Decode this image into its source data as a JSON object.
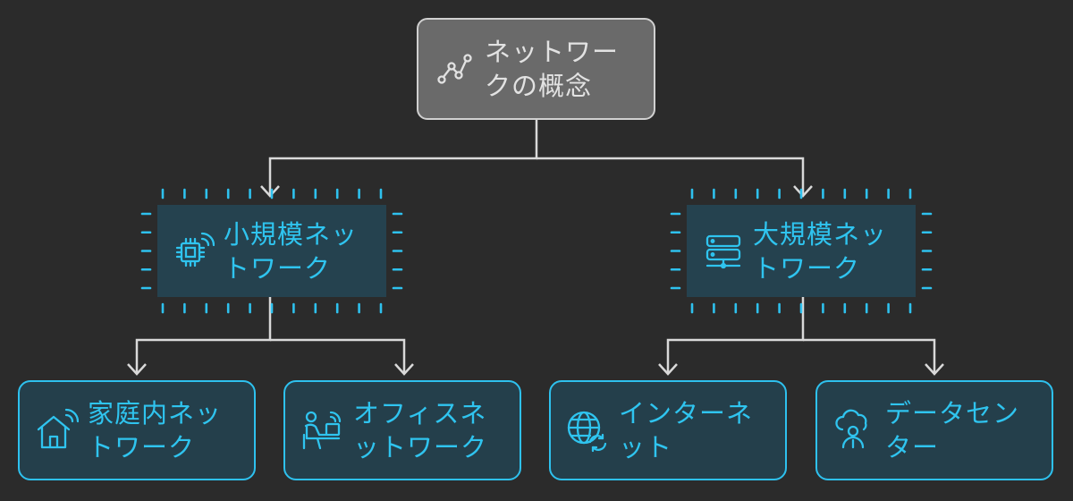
{
  "root": {
    "label": "ネットワー\nクの概念",
    "icon": "network-graph-icon"
  },
  "small": {
    "label": "小規模ネッ\nトワーク",
    "icon": "iot-chip-icon"
  },
  "large": {
    "label": "大規模ネッ\nトワーク",
    "icon": "server-icon"
  },
  "leaves": [
    {
      "label": "家庭内ネッ\nトワーク",
      "icon": "smart-home-icon"
    },
    {
      "label": "オフィスネ\nットワーク",
      "icon": "office-worker-icon"
    },
    {
      "label": "インターネ\nット",
      "icon": "globe-sync-icon"
    },
    {
      "label": "データセン\nター",
      "icon": "cloud-user-icon"
    }
  ],
  "colors": {
    "background": "#2b2b2b",
    "root_fill": "#6a6a6a",
    "accent": "#2fc4ef",
    "node_fill": "#243f4b",
    "connector": "#d9d9d9"
  }
}
